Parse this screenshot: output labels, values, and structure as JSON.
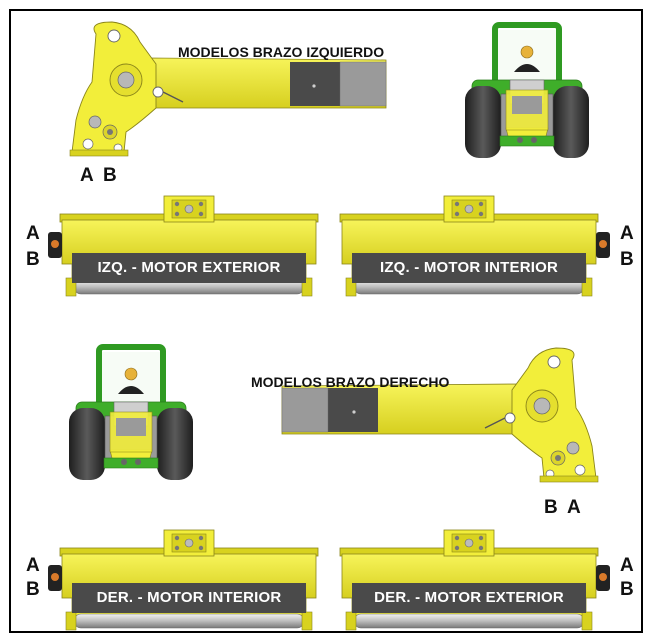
{
  "headings": {
    "left_arm": "MODELOS BRAZO IZQUIERDO",
    "right_arm": "MODELOS BRAZO DERECHO"
  },
  "pivot_labels": {
    "left": [
      "A",
      "B"
    ],
    "right": [
      "B",
      "A"
    ]
  },
  "mowers": [
    {
      "label": "IZQ. - MOTOR EXTERIOR",
      "side_letters": [
        "A",
        "B"
      ]
    },
    {
      "label": "IZQ. - MOTOR INTERIOR",
      "side_letters": [
        "A",
        "B"
      ]
    },
    {
      "label": "DER. - MOTOR INTERIOR",
      "side_letters": [
        "A",
        "B"
      ]
    },
    {
      "label": "DER. - MOTOR EXTERIOR",
      "side_letters": [
        "A",
        "B"
      ]
    }
  ],
  "colors": {
    "yellow": "#f2ee3a",
    "yellow_shade": "#c9c21c",
    "dark_grey": "#4a4a4a",
    "green": "#3fae2a",
    "tire": "#2b2b2b"
  }
}
